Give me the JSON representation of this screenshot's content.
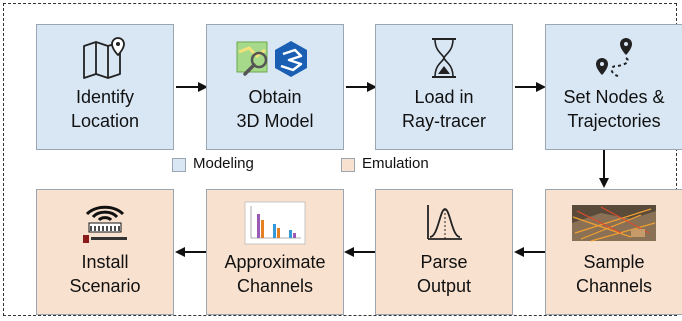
{
  "colors": {
    "modeling": "#d9e7f5",
    "emulation": "#f9e1cf",
    "arrow": "#111111"
  },
  "legend": {
    "modeling": "Modeling",
    "emulation": "Emulation"
  },
  "steps": [
    {
      "line1": "Identify",
      "line2": "Location",
      "group": "modeling",
      "icon": "map-icon"
    },
    {
      "line1": "Obtain",
      "line2": "3D Model",
      "group": "modeling",
      "icon": "sketchup-logo-icon"
    },
    {
      "line1": "Load in",
      "line2": "Ray-tracer",
      "group": "modeling",
      "icon": "hourglass-icon"
    },
    {
      "line1": "Set Nodes &",
      "line2": "Trajectories",
      "group": "modeling",
      "icon": "route-icon"
    },
    {
      "line1": "Sample",
      "line2": "Channels",
      "group": "emulation",
      "icon": "ray-tracing-screenshot-icon"
    },
    {
      "line1": "Parse",
      "line2": "Output",
      "group": "emulation",
      "icon": "bell-curve-icon"
    },
    {
      "line1": "Approximate",
      "line2": "Channels",
      "group": "emulation",
      "icon": "bar-chart-thumbnail-icon"
    },
    {
      "line1": "Install",
      "line2": "Scenario",
      "group": "emulation",
      "icon": "colosseum-logo-icon"
    }
  ]
}
